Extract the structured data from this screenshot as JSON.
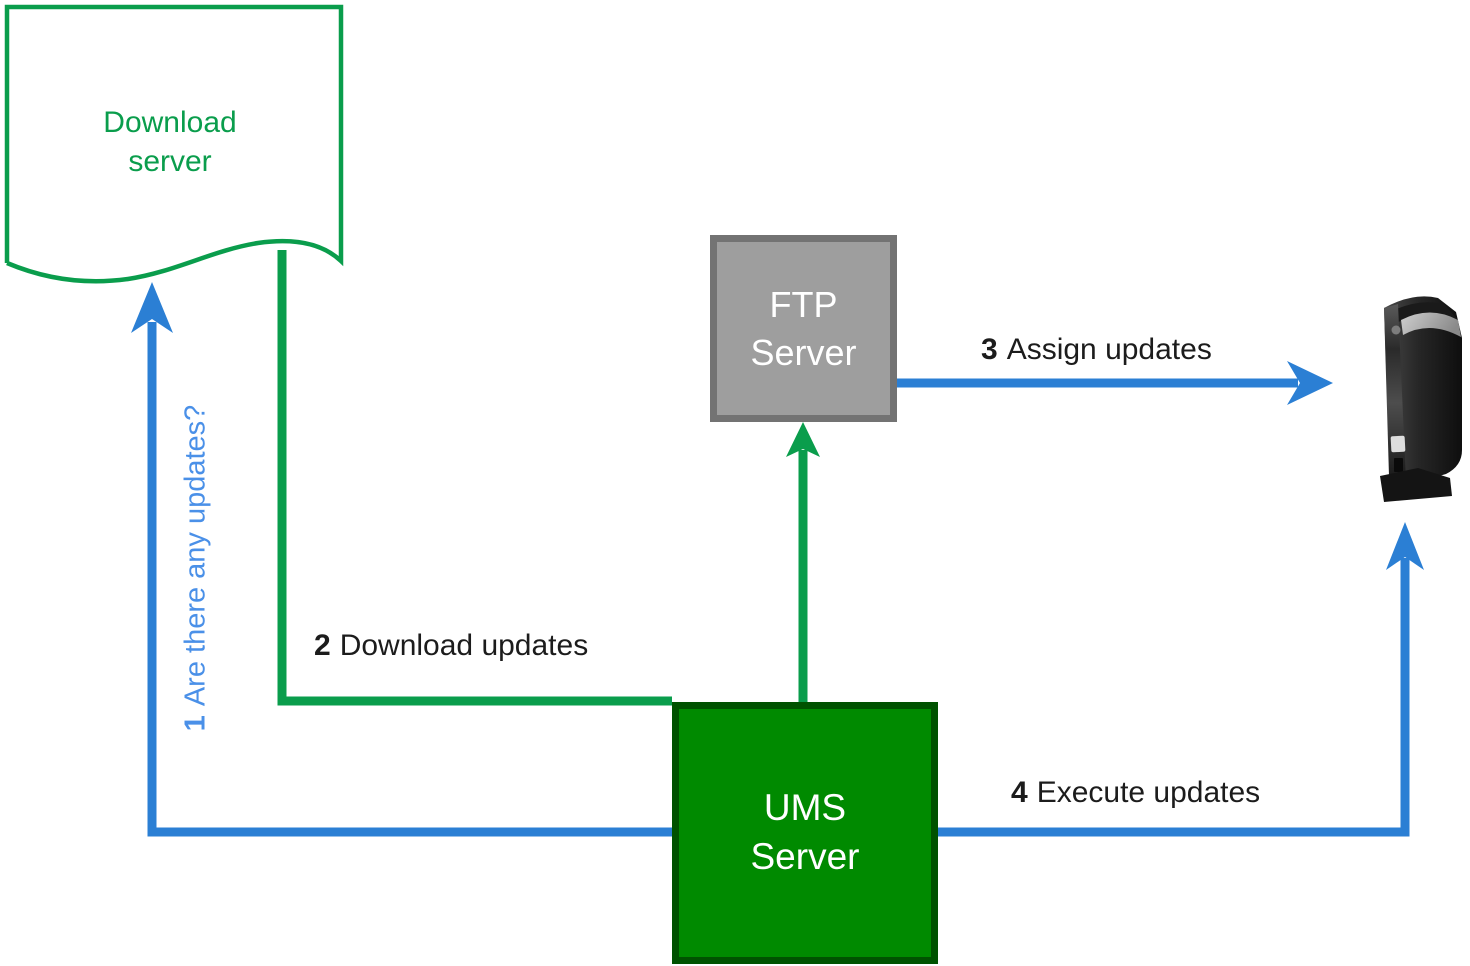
{
  "diagram": {
    "nodes": {
      "download_server": {
        "label": "Download server"
      },
      "ftp_server": {
        "label": "FTP Server"
      },
      "ums_server": {
        "label": "UMS Server"
      },
      "thin_client": {
        "icon": "thin-client-device"
      }
    },
    "steps": [
      {
        "number": "1",
        "text": "Are there any updates?"
      },
      {
        "number": "2",
        "text": "Download updates"
      },
      {
        "number": "3",
        "text": "Assign updates"
      },
      {
        "number": "4",
        "text": "Execute updates"
      }
    ]
  },
  "colors": {
    "green_line": "#0a9d4c",
    "green_text": "#0a9d4c",
    "blue_line": "#2b7fd4",
    "blue_label_text": "#4a90e8",
    "ums_fill": "#008a00",
    "ums_border": "#005200",
    "ftp_fill": "#9e9e9e",
    "ftp_border": "#737373",
    "label_text": "#1c1c1c",
    "box_text": "#ffffff"
  }
}
